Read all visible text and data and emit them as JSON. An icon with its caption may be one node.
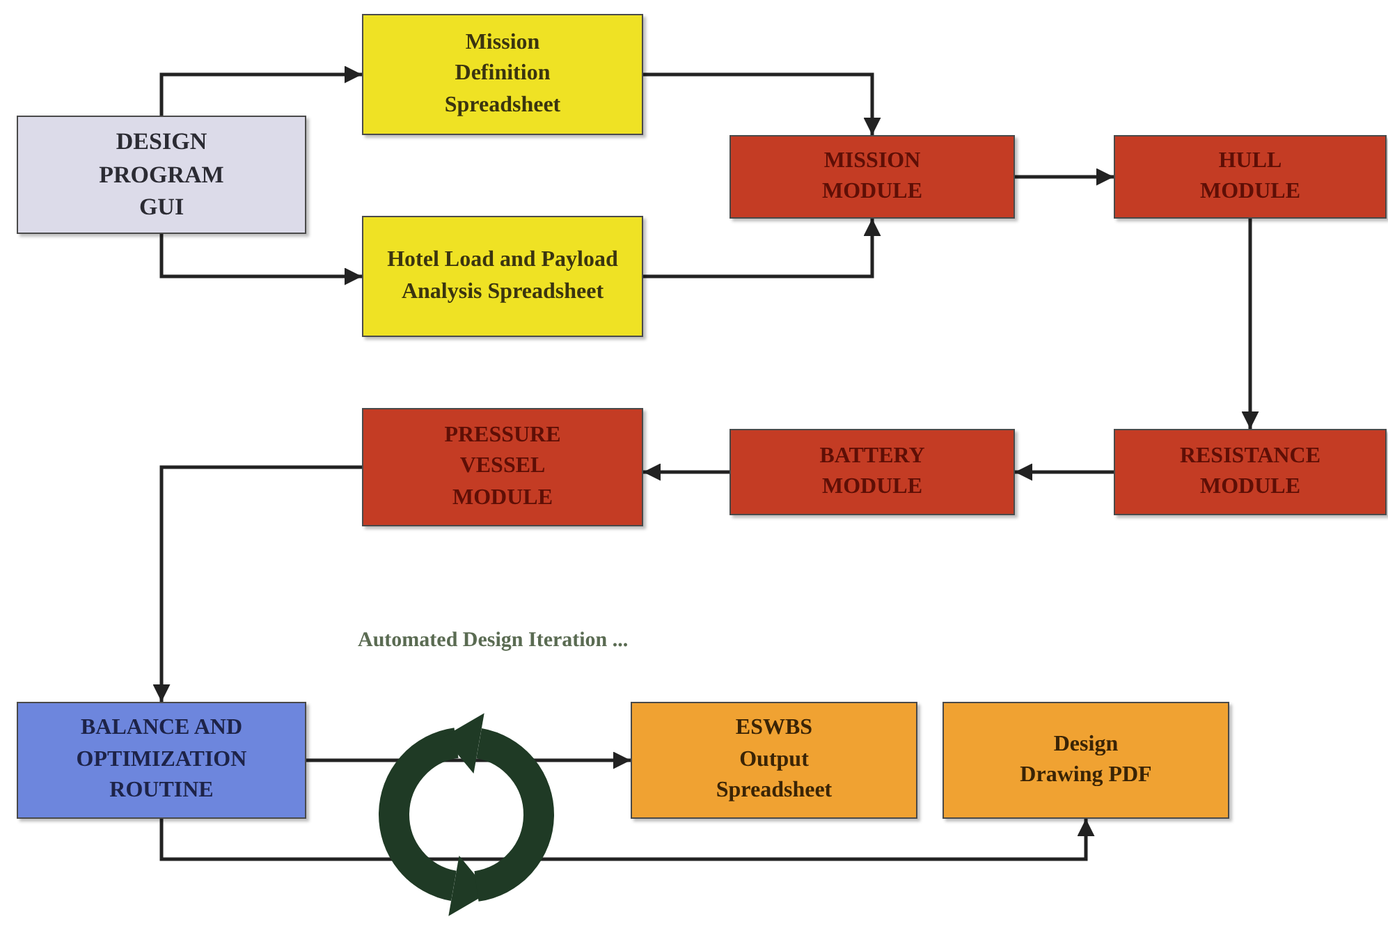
{
  "diagram": {
    "nodes": [
      {
        "text": [
          "DESIGN PROGRAM GUI"
        ]
      },
      {
        "text": [
          "Mission Definition Spreadsheet"
        ]
      },
      {
        "text": [
          "Hotel Load and Payload Analysis Spreadsheet"
        ]
      },
      {
        "text": [
          "MISSION MODULE"
        ]
      },
      {
        "text": [
          "HULL MODULE"
        ]
      },
      {
        "text": [
          "RESISTANCE MODULE"
        ]
      },
      {
        "text": [
          "BATTERY MODULE"
        ]
      },
      {
        "text": [
          "PRESSURE VESSEL MODULE"
        ]
      },
      {
        "text": [
          "BALANCE AND OPTIMIZATION ROUTINE"
        ]
      },
      {
        "text": [
          "ESWBS Output Spreadsheet"
        ]
      },
      {
        "text": [
          "Design Drawing PDF"
        ]
      }
    ],
    "edges": [
      {
        "from": 0,
        "to": 1,
        "arrow": "to"
      },
      {
        "from": 0,
        "to": 2,
        "arrow": "to"
      },
      {
        "from": 1,
        "to": 3,
        "arrow": "to"
      },
      {
        "from": 2,
        "to": 3,
        "arrow": "to"
      },
      {
        "from": 3,
        "to": 4,
        "arrow": "to"
      },
      {
        "from": 4,
        "to": 5,
        "arrow": "to"
      },
      {
        "from": 5,
        "to": 6,
        "arrow": "to"
      },
      {
        "from": 6,
        "to": 7,
        "arrow": "to"
      },
      {
        "from": 7,
        "to": 8,
        "arrow": "to"
      },
      {
        "from": 8,
        "to": 9,
        "arrow": "to"
      },
      {
        "from": 8,
        "to": 10,
        "arrow": "to"
      }
    ],
    "labels": [
      "Automated Design Iteration ..."
    ]
  }
}
